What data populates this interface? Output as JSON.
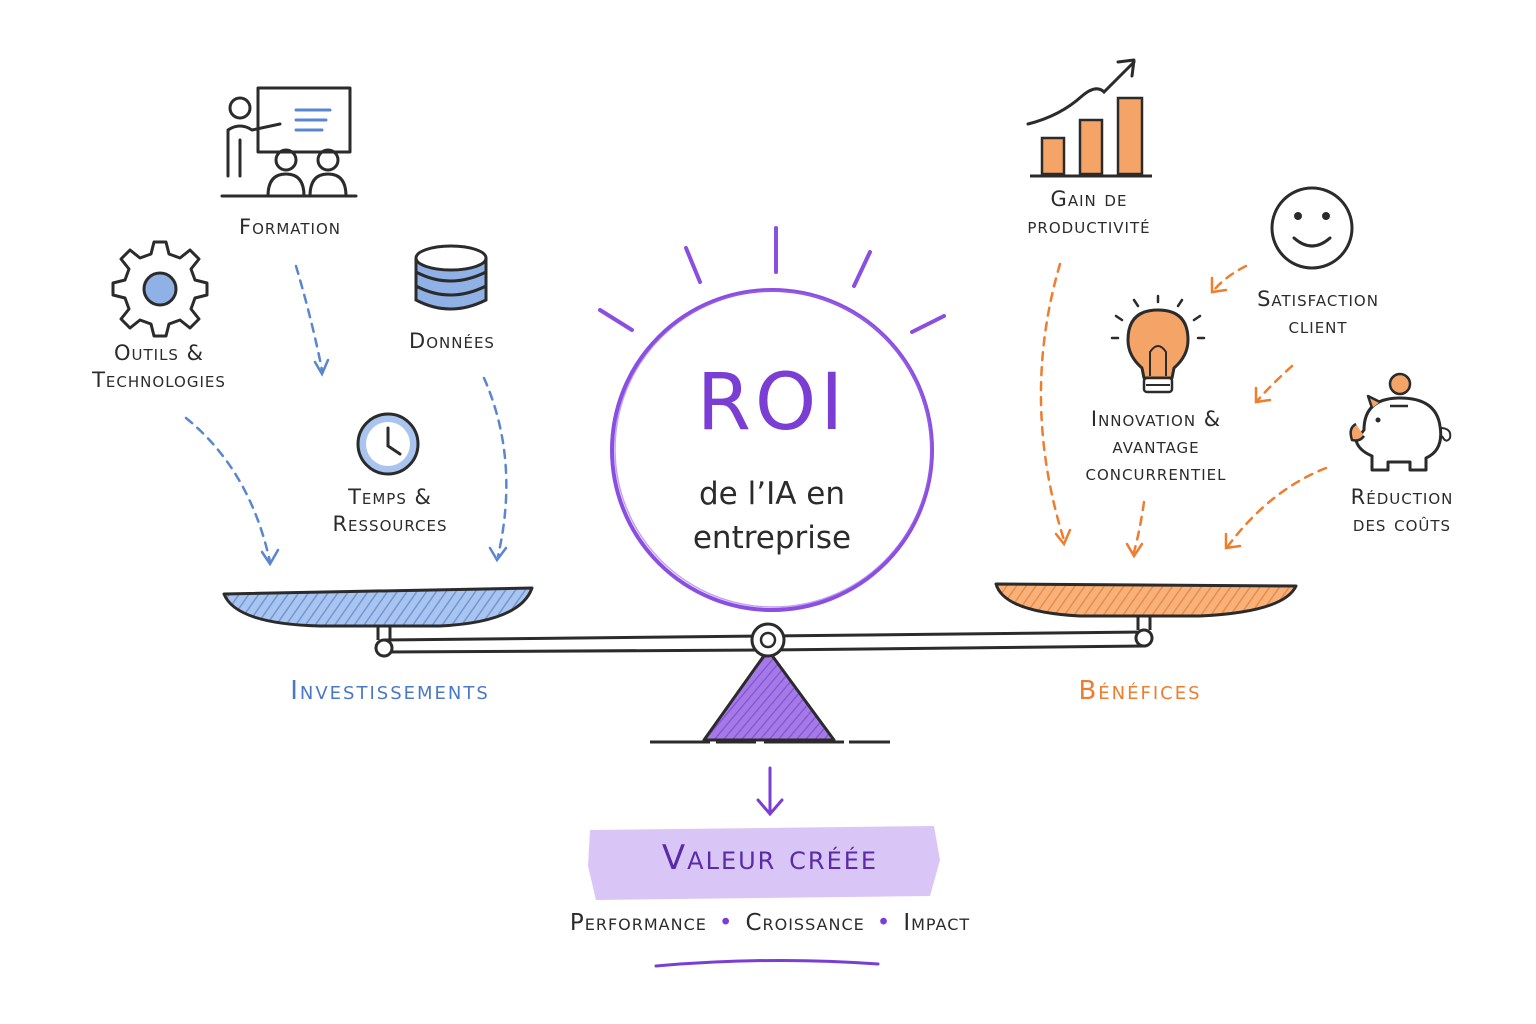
{
  "center": {
    "title": "ROI",
    "subtitle_line1": "de l’IA en",
    "subtitle_line2": "entreprise"
  },
  "investments": {
    "title": "Investissements",
    "items": [
      {
        "label_lines": [
          "Formation"
        ],
        "icon": "training-presentation-icon"
      },
      {
        "label_lines": [
          "Outils &",
          "Technologies"
        ],
        "icon": "gear-icon"
      },
      {
        "label_lines": [
          "Données"
        ],
        "icon": "database-icon"
      },
      {
        "label_lines": [
          "Temps &",
          "Ressources"
        ],
        "icon": "clock-icon"
      }
    ]
  },
  "benefits": {
    "title": "Bénéfices",
    "items": [
      {
        "label_lines": [
          "Gain de",
          "productivité"
        ],
        "icon": "bar-chart-growth-icon"
      },
      {
        "label_lines": [
          "Satisfaction",
          "client"
        ],
        "icon": "smiley-icon"
      },
      {
        "label_lines": [
          "Innovation &",
          "avantage",
          "concurrentiel"
        ],
        "icon": "lightbulb-icon"
      },
      {
        "label_lines": [
          "Réduction",
          "des coûts"
        ],
        "icon": "piggy-bank-icon"
      }
    ]
  },
  "result": {
    "title": "Valeur créée",
    "tags": [
      "Performance",
      "Croissance",
      "Impact"
    ]
  },
  "colors": {
    "investments": "#4a78c8",
    "investments_fill": "#8fb1e6",
    "benefits": "#ee7d2e",
    "benefits_fill": "#f5a468",
    "accent": "#7a3ed4",
    "highlight": "#cdb3f3",
    "ink": "#2b2b2b"
  }
}
